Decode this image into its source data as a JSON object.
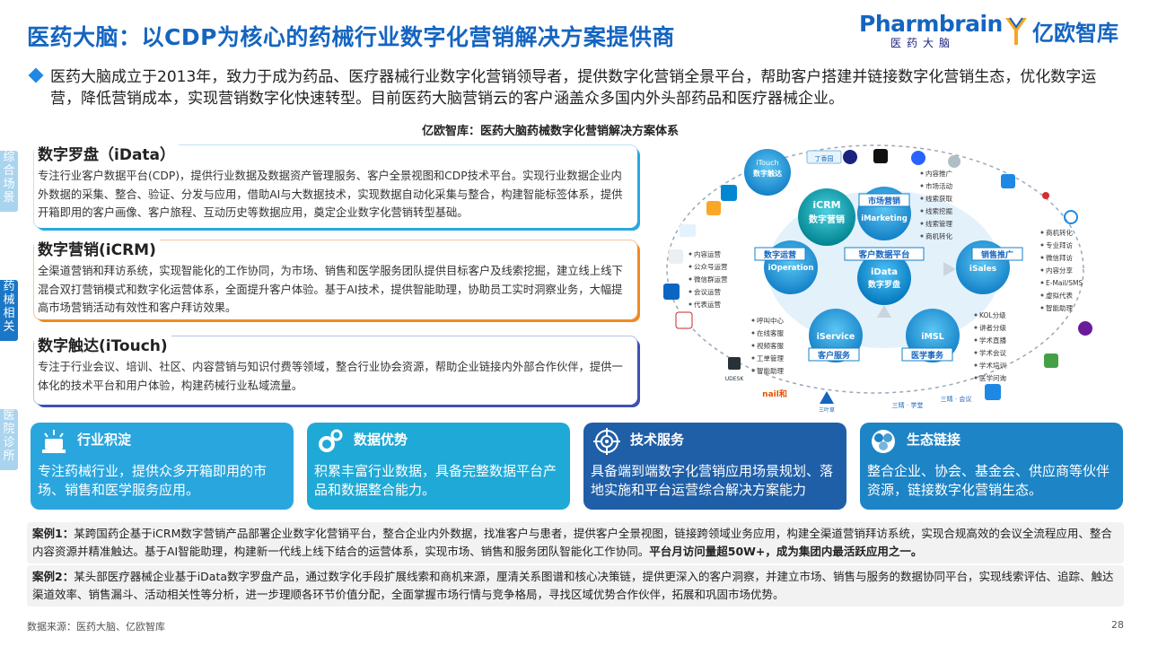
{
  "header": {
    "title": "医药大脑：以CDP为核心的药械行业数字化营销解决方案提供商",
    "logo_pharmbrain_en": "Pharmbrain",
    "logo_pharmbrain_cn": "医药大脑",
    "logo_yiou": "亿欧智库"
  },
  "intro": "医药大脑成立于2013年，致力于成为药品、医疗器械行业数字化营销领导者，提供数字化营销全景平台，帮助客户搭建并链接数字化营销生态，优化数字运营，降低营销成本，实现营销数字化快速转型。目前医药大脑营销云的客户涵盖众多国内外头部药品和医疗器械企业。",
  "side_tabs": [
    {
      "label": "综合场景",
      "color": "#9ecbe8"
    },
    {
      "label": "药械相关",
      "color": "#1a76c6"
    },
    {
      "label": "医院诊所",
      "color": "#9ecbe8"
    }
  ],
  "products": [
    {
      "title": "数字罗盘（iData）",
      "body": "专注行业客户数据平台(CDP)，提供行业数据及数据资产管理服务、客户全景视图和CDP技术平台。实现行业数据企业内外数据的采集、整合、验证、分发与应用，借助AI与大数据技术，实现数据自动化采集与整合，构建智能标签体系，提供开箱即用的客户画像、客户旅程、互动历史等数据应用，奠定企业数字化营销转型基础。",
      "color": "#29a8e0"
    },
    {
      "title": "数字营销(iCRM)",
      "body": "全渠道营销和拜访系统，实现智能化的工作协同，为市场、销售和医学服务团队提供目标客户及线索挖掘，建立线上线下混合双打营销模式和数字化运营体系，全面提升客户体验。基于AI技术，提供智能助理，协助员工实时洞察业务，大幅提高市场营销活动有效性和客户拜访效果。",
      "color": "#f08a24"
    },
    {
      "title": "数字触达(iTouch)",
      "body": "专注于行业会议、培训、社区、内容营销与知识付费等领域，整合行业协会资源，帮助企业链接内外部合作伙伴，提供一体化的技术平台和用户体验，构建药械行业私域流量。",
      "color": "#3f51b5"
    }
  ],
  "diagram": {
    "title": "亿欧智库：医药大脑药械数字化营销解决方案体系",
    "icrm": {
      "en": "iCRM",
      "cn": "数字营销"
    },
    "itouch": {
      "en": "iTouch",
      "cn": "数字触达"
    },
    "idata": {
      "en": "iData",
      "cn": "数字罗盘"
    },
    "cdp_label": "客户数据平台",
    "nodes": [
      {
        "tag": "市场营销",
        "en": "iMarketing"
      },
      {
        "tag": "数字运营",
        "en": "iOperation"
      },
      {
        "tag": "销售推广",
        "en": "iSales"
      },
      {
        "tag": "客户服务",
        "en": "iService"
      },
      {
        "tag": "医学事务",
        "en": "iMSL"
      }
    ],
    "marketing_items": [
      "内容推广",
      "市场活动",
      "线索获取",
      "线索挖掘",
      "线索管理",
      "商机转化"
    ],
    "operation_items": [
      "内容运营",
      "公众号运营",
      "微信群运营",
      "会议运营",
      "代表运营"
    ],
    "sales_items": [
      "商机转化",
      "专业拜访",
      "微信拜访",
      "内容分享",
      "E-Mail/SMS",
      "虚拟代表",
      "智能助理"
    ],
    "service_items": [
      "呼叫中心",
      "在线客服",
      "视频客服",
      "工单管理",
      "智能助理"
    ],
    "msl_items": [
      "KOL分级",
      "讲者分级",
      "学术直播",
      "学术会议",
      "学术培训",
      "医学问询"
    ],
    "partner_labels": [
      "丁香园",
      "UDESK",
      "nail和",
      "三叶草",
      "三晴 · 学堂",
      "三晴 · 会议"
    ]
  },
  "features": [
    {
      "title": "行业积淀",
      "body": "专注药械行业，提供众多开箱即用的市场、销售和医学服务应用。",
      "color": "#2aa6de",
      "icon": "alarm-icon"
    },
    {
      "title": "数据优势",
      "body": "积累丰富行业数据，具备完整数据平台产品和数据整合能力。",
      "color": "#1fa9d6",
      "icon": "gears-icon"
    },
    {
      "title": "技术服务",
      "body": "具备端到端数字化营销应用场景规划、落地实施和平台运营综合解决方案能力",
      "color": "#1f5fa8",
      "icon": "target-icon"
    },
    {
      "title": "生态链接",
      "body": "整合企业、协会、基金会、供应商等伙伴资源，链接数字化营销生态。",
      "color": "#1d84c6",
      "icon": "network-icon"
    }
  ],
  "cases": [
    {
      "label": "案例1：",
      "text": "某跨国药企基于iCRM数字营销产品部署企业数字化营销平台，整合企业内外数据，找准客户与患者，提供客户全景视图，链接跨领域业务应用，构建全渠道营销拜访系统，实现合规高效的会议全流程应用、整合内容资源并精准触达。基于AI智能助理，构建新一代线上线下结合的运营体系，实现市场、销售和服务团队智能化工作协同。",
      "highlight": "平台月访问量超50W+，成为集团内最活跃应用之一。"
    },
    {
      "label": "案例2：",
      "text": "某头部医疗器械企业基于iData数字罗盘产品，通过数字化手段扩展线索和商机来源，厘清关系图谱和核心决策链，提供更深入的客户洞察，并建立市场、销售与服务的数据协同平台，实现线索评估、追踪、触达渠道效率、销售漏斗、活动相关性等分析，进一步理顺各环节价值分配，全面掌握市场行情与竞争格局，寻找区域优势合作伙伴，拓展和巩固市场优势。",
      "highlight": ""
    }
  ],
  "footer": {
    "source": "数据来源：医药大脑、亿欧智库",
    "page": "28"
  }
}
